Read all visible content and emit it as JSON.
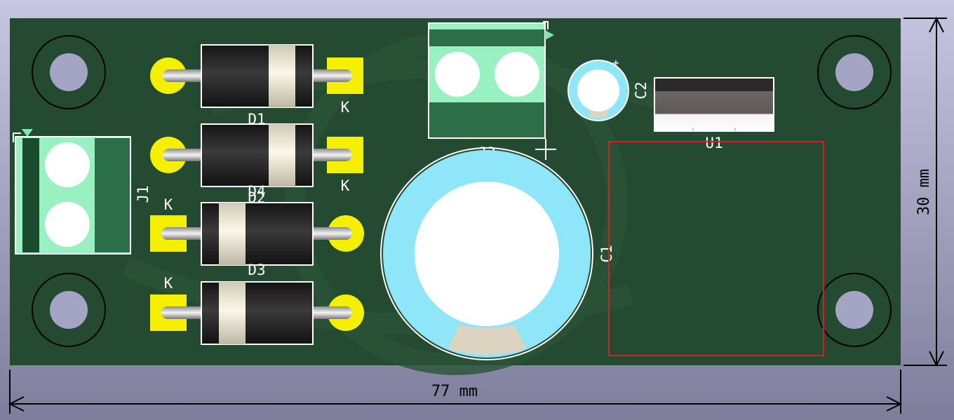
{
  "board": {
    "colors": {
      "board": "#244a31",
      "pad": "#f4f000",
      "silk": "#ffffff",
      "body": "#1b1b1b",
      "band": "#e8e4d2",
      "terminal": "#99f0c0",
      "terminal_dark": "#2c6e48",
      "cap_ring": "#8ee6f8",
      "courtyard": "#d42020",
      "dimension": "#000000"
    },
    "dimensions": {
      "width_label": "77 mm",
      "height_label": "30 mm"
    },
    "components": {
      "d1": "D1",
      "d2": "D2",
      "d3": "D3",
      "d4": "D4",
      "c1": "C1",
      "c2": "C2",
      "j1": "J1",
      "j2": "J2",
      "u1": "U1",
      "cathode": "K",
      "plus": "+"
    }
  }
}
